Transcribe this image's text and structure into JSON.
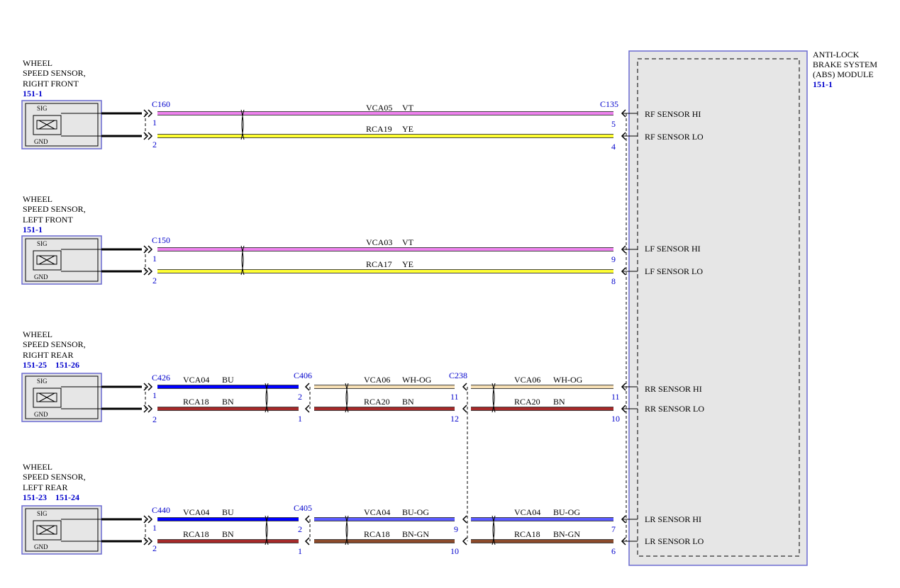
{
  "abs_module": {
    "title_lines": [
      "ANTI-LOCK",
      "BRAKE SYSTEM",
      "(ABS) MODULE"
    ],
    "ref": "151-1"
  },
  "sensors": [
    {
      "id": "rf",
      "name_lines": [
        "WHEEL",
        "SPEED SENSOR,",
        "RIGHT FRONT"
      ],
      "refs": [
        "151-1"
      ],
      "sig": "SIG",
      "gnd": "GND"
    },
    {
      "id": "lf",
      "name_lines": [
        "WHEEL",
        "SPEED SENSOR,",
        "LEFT FRONT"
      ],
      "refs": [
        "151-1"
      ],
      "sig": "SIG",
      "gnd": "GND"
    },
    {
      "id": "rr",
      "name_lines": [
        "WHEEL",
        "SPEED SENSOR,",
        "RIGHT REAR"
      ],
      "refs": [
        "151-25",
        "151-26"
      ],
      "sig": "SIG",
      "gnd": "GND"
    },
    {
      "id": "lr",
      "name_lines": [
        "WHEEL",
        "SPEED SENSOR,",
        "LEFT REAR"
      ],
      "refs": [
        "151-23",
        "151-24"
      ],
      "sig": "SIG",
      "gnd": "GND"
    }
  ],
  "connectors": [
    {
      "id": "C160",
      "label": "C160",
      "pins": [
        "1",
        "2"
      ]
    },
    {
      "id": "C135",
      "label": "C135",
      "pins": [
        "5",
        "4"
      ]
    },
    {
      "id": "C150",
      "label": "C150",
      "pins": [
        "1",
        "2"
      ]
    },
    {
      "id": "C135_lf",
      "label": "",
      "pins": [
        "9",
        "8"
      ]
    },
    {
      "id": "C426",
      "label": "C426",
      "pins": [
        "1",
        "2"
      ]
    },
    {
      "id": "C406",
      "label": "C406",
      "pins": [
        "2",
        "1"
      ]
    },
    {
      "id": "C238",
      "label": "C238",
      "pins": [
        "11",
        "12"
      ]
    },
    {
      "id": "C135_rr",
      "label": "",
      "pins": [
        "11",
        "10"
      ]
    },
    {
      "id": "C440",
      "label": "C440",
      "pins": [
        "1",
        "2"
      ]
    },
    {
      "id": "C405",
      "label": "C405",
      "pins": [
        "2",
        "1"
      ]
    },
    {
      "id": "C238_lr",
      "label": "",
      "pins": [
        "9",
        "10"
      ]
    },
    {
      "id": "C135_lr",
      "label": "",
      "pins": [
        "7",
        "6"
      ]
    }
  ],
  "wires": [
    {
      "circuit": "VCA05",
      "color_code": "VT",
      "color": "#ee82ee"
    },
    {
      "circuit": "RCA19",
      "color_code": "YE",
      "color": "#ffff33"
    },
    {
      "circuit": "VCA03",
      "color_code": "VT",
      "color": "#ee82ee"
    },
    {
      "circuit": "RCA17",
      "color_code": "YE",
      "color": "#ffff33"
    },
    {
      "circuit": "VCA04",
      "color_code": "BU",
      "color": "#0000ff"
    },
    {
      "circuit": "RCA18",
      "color_code": "BN",
      "color": "#a52a2a"
    },
    {
      "circuit": "VCA06",
      "color_code": "WH-OG",
      "color": "#f5deb3"
    },
    {
      "circuit": "RCA20",
      "color_code": "BN",
      "color": "#a52a2a"
    },
    {
      "circuit": "VCA06",
      "color_code": "WH-OG",
      "color": "#f5deb3"
    },
    {
      "circuit": "RCA20",
      "color_code": "BN",
      "color": "#a52a2a"
    },
    {
      "circuit": "VCA04",
      "color_code": "BU",
      "color": "#0000ff"
    },
    {
      "circuit": "RCA18",
      "color_code": "BN",
      "color": "#a52a2a"
    },
    {
      "circuit": "VCA04",
      "color_code": "BU-OG",
      "color": "#5a5aff"
    },
    {
      "circuit": "RCA18",
      "color_code": "BN-GN",
      "color": "#8b4a2b"
    },
    {
      "circuit": "VCA04",
      "color_code": "BU-OG",
      "color": "#5a5aff"
    },
    {
      "circuit": "RCA18",
      "color_code": "BN-GN",
      "color": "#8b4a2b"
    }
  ],
  "module_pins": [
    "RF SENSOR HI",
    "RF SENSOR LO",
    "LF SENSOR HI",
    "LF SENSOR LO",
    "RR SENSOR HI",
    "RR SENSOR LO",
    "LR SENSOR HI",
    "LR SENSOR LO"
  ]
}
